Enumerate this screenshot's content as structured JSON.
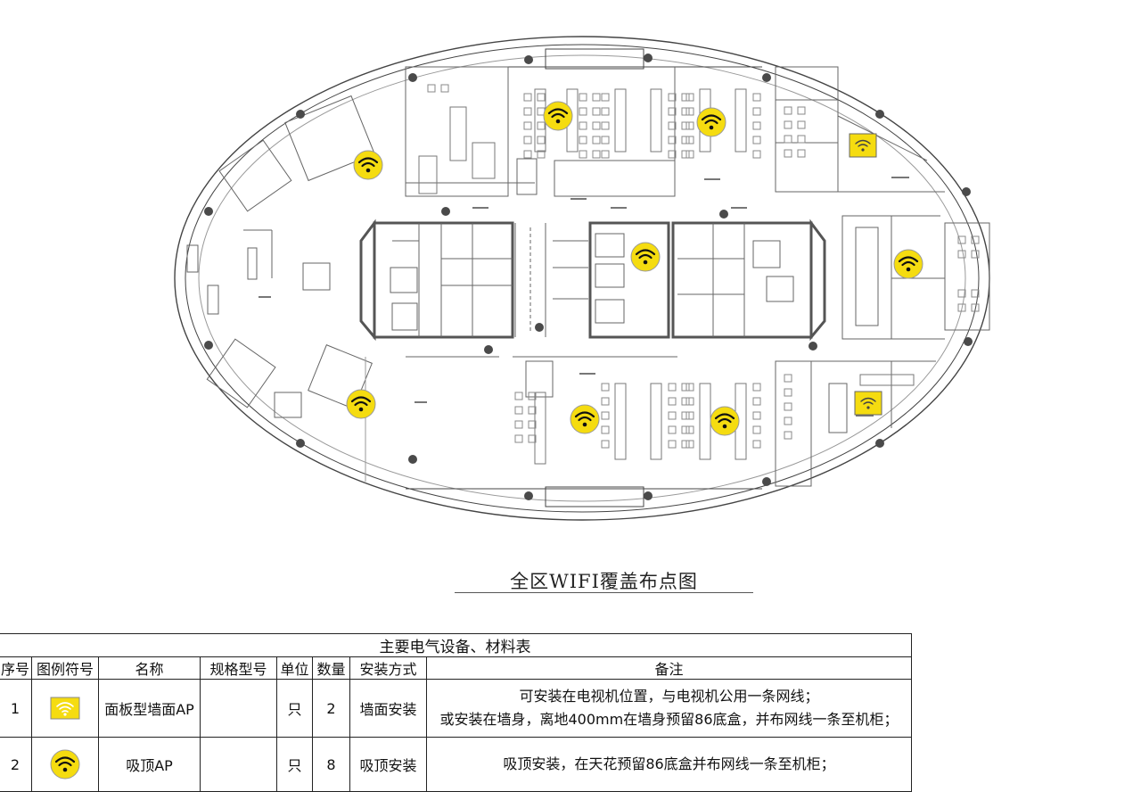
{
  "plan_title": "全区WIFI覆盖布点图",
  "colors": {
    "ap_yellow": "#f5dc10",
    "line": "#333333",
    "wall": "#555555",
    "column": "#4a4a4a"
  },
  "icons": {
    "ceiling_ap": "wifi-ceiling-ap-icon",
    "wall_ap": "wifi-wall-panel-ap-icon"
  },
  "table": {
    "title": "主要电气设备、材料表",
    "headers": [
      "序号",
      "图例符号",
      "名称",
      "规格型号",
      "单位",
      "数量",
      "安装方式",
      "备注"
    ],
    "rows": [
      {
        "no": "1",
        "symbol": "wall-panel-ap-icon",
        "name": "面板型墙面AP",
        "spec": "",
        "unit": "只",
        "qty": "2",
        "install": "墙面安装",
        "note_line1": "可安装在电视机位置，与电视机公用一条网线；",
        "note_line2": "或安装在墙身，离地400mm在墙身预留86底盒，并布网线一条至机柜；"
      },
      {
        "no": "2",
        "symbol": "ceiling-ap-icon",
        "name": "吸顶AP",
        "spec": "",
        "unit": "只",
        "qty": "8",
        "install": "吸顶安装",
        "note_line1": "吸顶安装，在天花预留86底盒并布网线一条至机柜；"
      }
    ]
  }
}
